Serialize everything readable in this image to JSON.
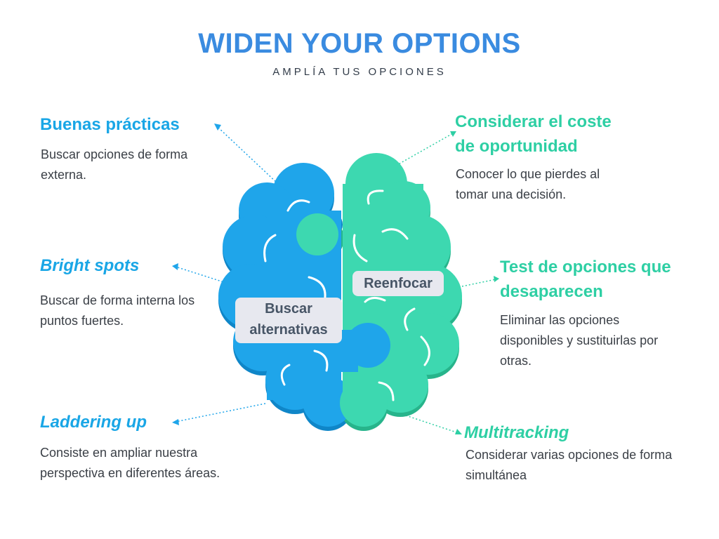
{
  "header": {
    "title": "WIDEN YOUR OPTIONS",
    "subtitle": "AMPLÍA TUS OPCIONES"
  },
  "brain": {
    "left_label": "Buscar alternativas",
    "right_label": "Reenfocar",
    "left_color": "#1fa5ea",
    "right_color": "#3dd8b0"
  },
  "items": [
    {
      "title": "Buenas prácticas",
      "description": "Buscar opciones de forma externa."
    },
    {
      "title": "Bright spots",
      "description": "Buscar de forma interna los puntos fuertes."
    },
    {
      "title": "Laddering up",
      "description": "Consiste en ampliar nuestra perspectiva en diferentes áreas."
    },
    {
      "title": "Considerar el coste de oportunidad",
      "description": "Conocer lo que pierdes al tomar una decisión."
    },
    {
      "title": "Test de opciones que desaparecen",
      "description": "Eliminar las opciones disponibles y sustituirlas por otras."
    },
    {
      "title": "Multitracking",
      "description": "Considerar varias opciones de forma simultánea"
    }
  ],
  "colors": {
    "title": "#3a8be0",
    "blue_heading": "#19a6e6",
    "green_heading": "#2ecfa4"
  }
}
